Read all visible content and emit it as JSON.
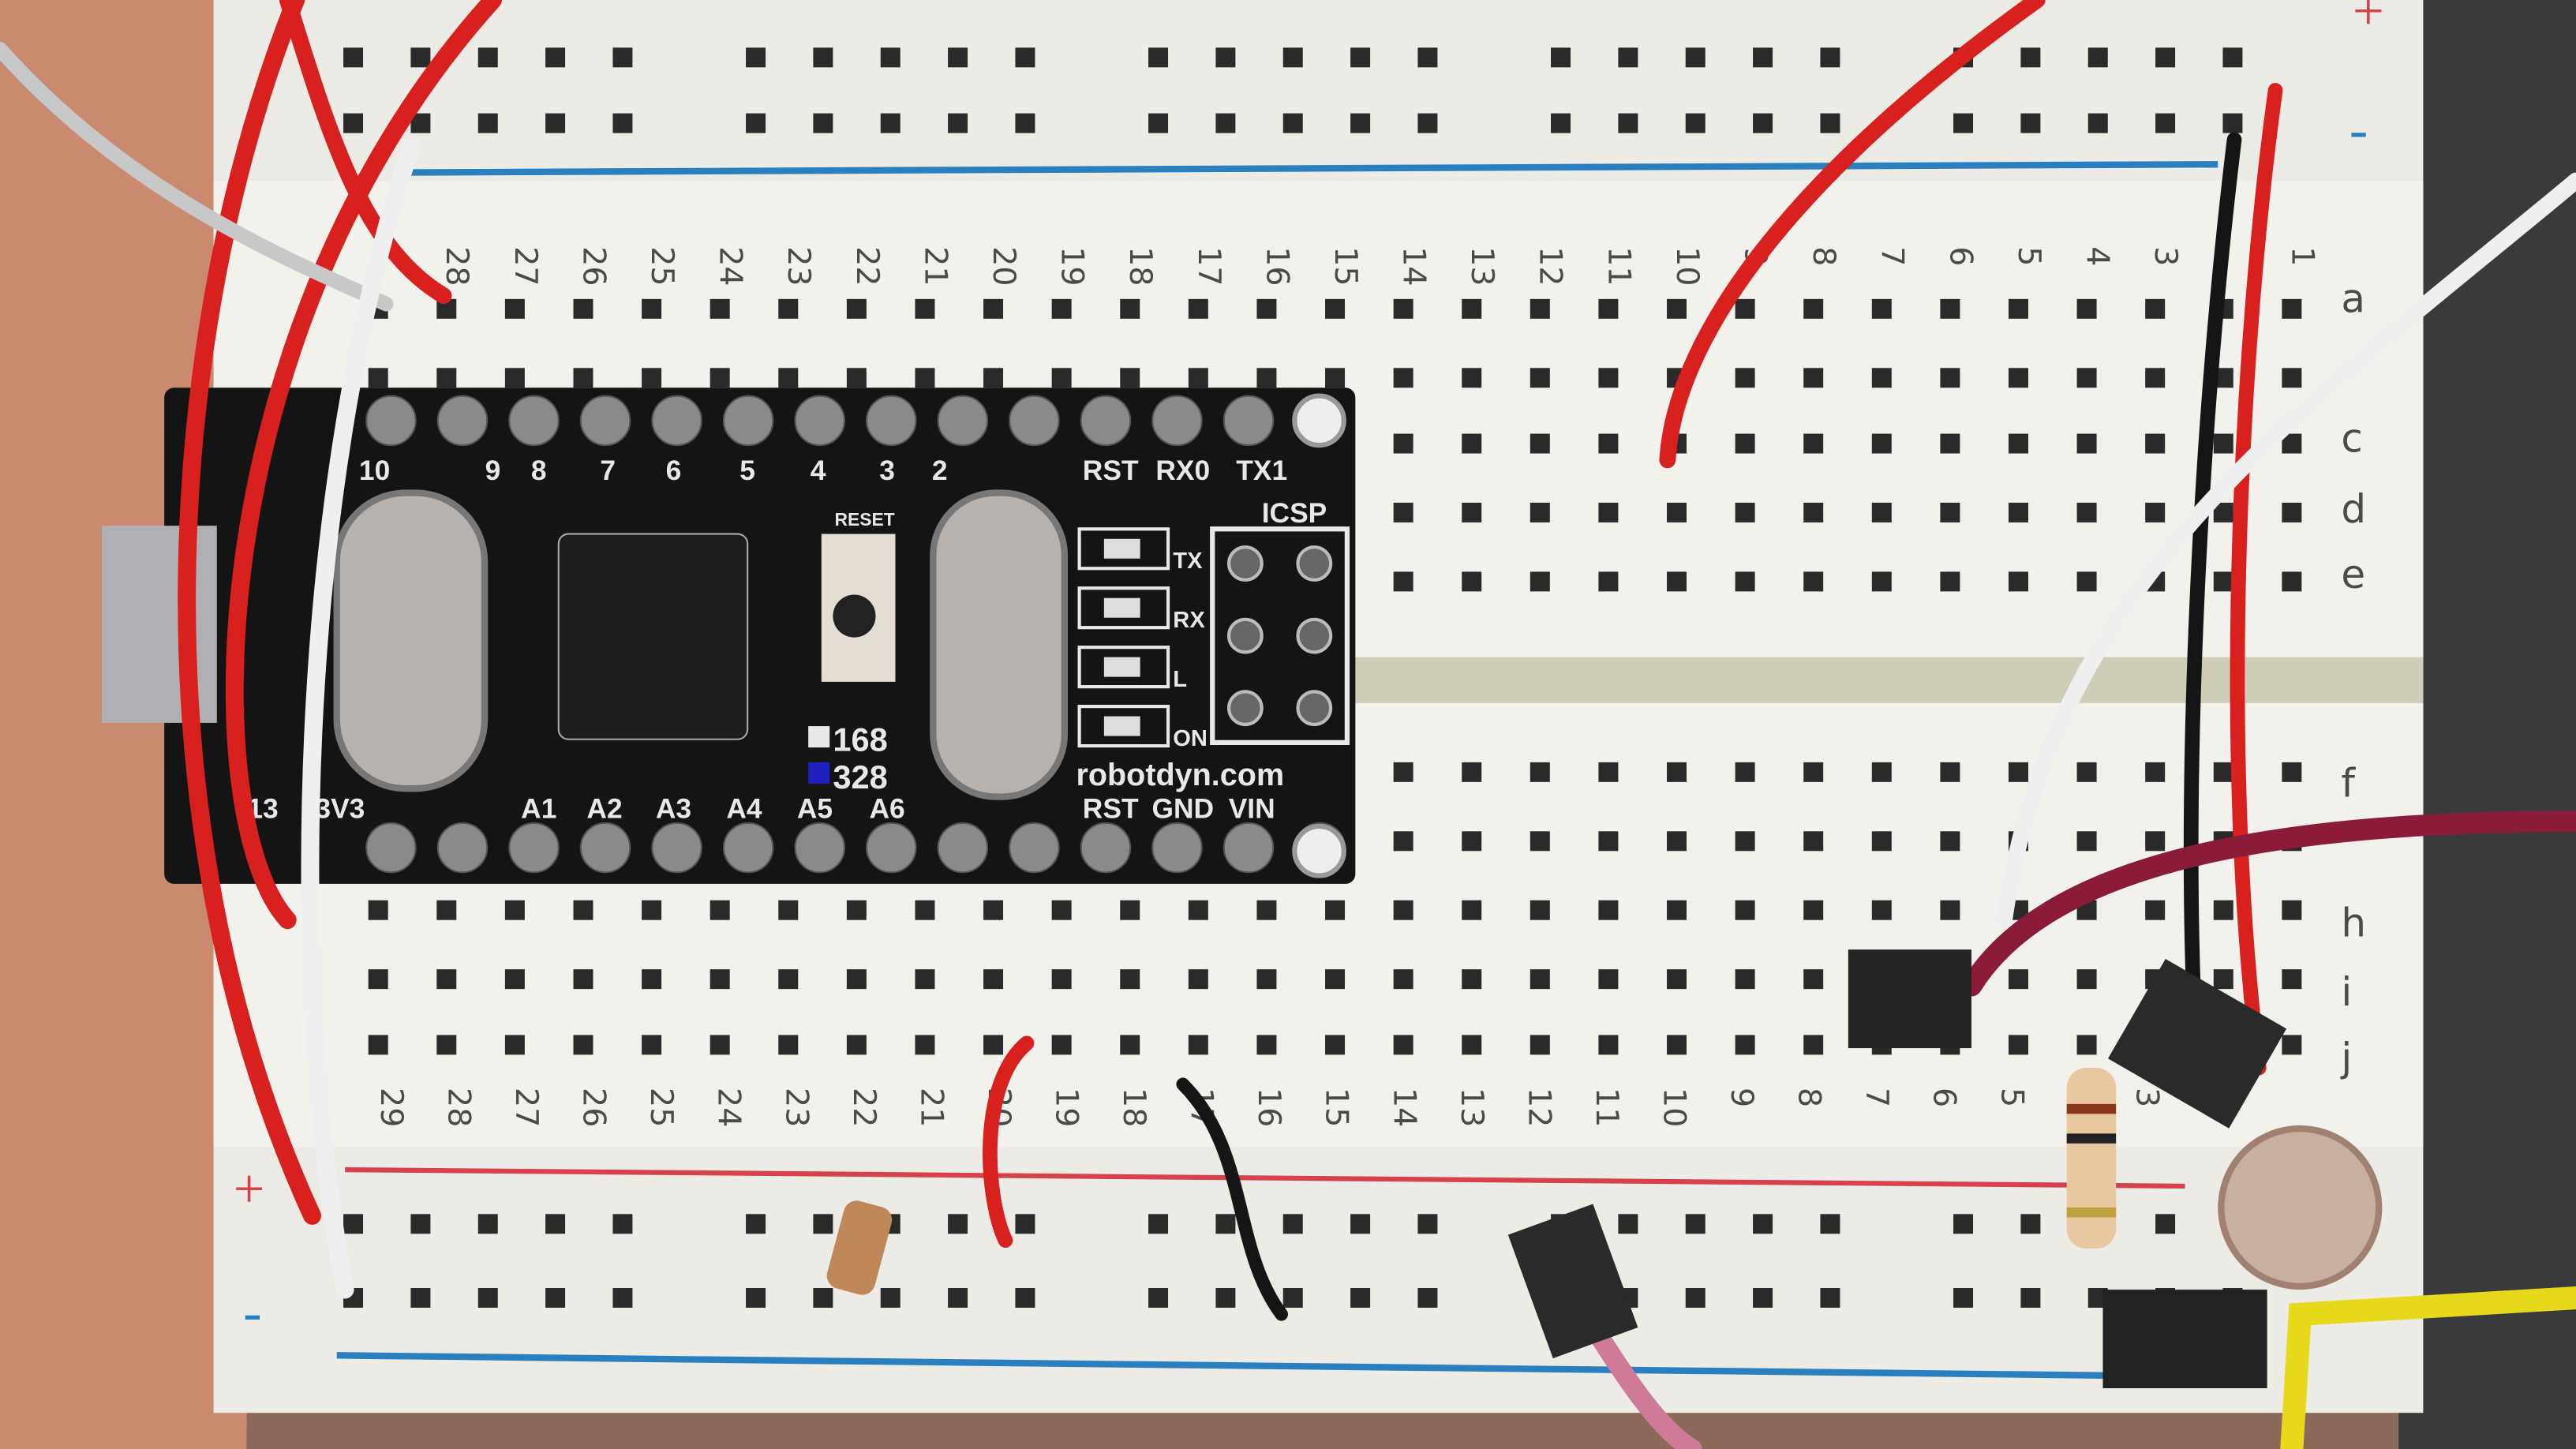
{
  "breadboard": {
    "top_column_numbers": [
      "28",
      "27",
      "26",
      "25",
      "24",
      "23",
      "22",
      "21",
      "20",
      "19",
      "18",
      "17",
      "16",
      "15",
      "14",
      "13",
      "12",
      "11",
      "10",
      "9",
      "8",
      "7",
      "6",
      "5",
      "4",
      "3",
      "",
      "1"
    ],
    "bottom_column_numbers": [
      "29",
      "28",
      "27",
      "26",
      "25",
      "24",
      "23",
      "22",
      "21",
      "20",
      "19",
      "18",
      "17",
      "16",
      "15",
      "14",
      "13",
      "12",
      "11",
      "10",
      "9",
      "8",
      "7",
      "6",
      "5",
      "",
      "3"
    ],
    "row_letters_top": [
      "a",
      "c",
      "d",
      "e"
    ],
    "row_letters_bottom": [
      "f",
      "h",
      "i",
      "j"
    ],
    "rail_plus": "+",
    "rail_minus": "-",
    "colors": {
      "body": "#ecebe6",
      "rail_red": "#d8404a",
      "rail_blue": "#2a7fc0",
      "hole": "#2a2a2a"
    }
  },
  "arduino": {
    "top_pins": [
      "10",
      "9",
      "8",
      "7",
      "6",
      "5",
      "4",
      "3",
      "2",
      "RST",
      "RX0",
      "TX1"
    ],
    "bottom_pins": [
      "13",
      "3V3",
      "A1",
      "A2",
      "A3",
      "A4",
      "A5",
      "A6",
      "RST",
      "GND",
      "VIN"
    ],
    "reset_label": "RESET",
    "icsp_label": "ICSP",
    "led_labels": [
      "TX",
      "RX",
      "L",
      "ON"
    ],
    "chip_options": [
      "168",
      "328"
    ],
    "brand": "robotdyn.com",
    "colors": {
      "pcb": "#141414",
      "silk": "#e8e8e8",
      "crystal": "#b8b2ae"
    }
  },
  "wires": {
    "colors": {
      "red": "#d8201e",
      "white": "#efefef",
      "black": "#151515",
      "maroon": "#8a1c3a",
      "yellow": "#e8d81c",
      "pink": "#d07a9a"
    }
  }
}
